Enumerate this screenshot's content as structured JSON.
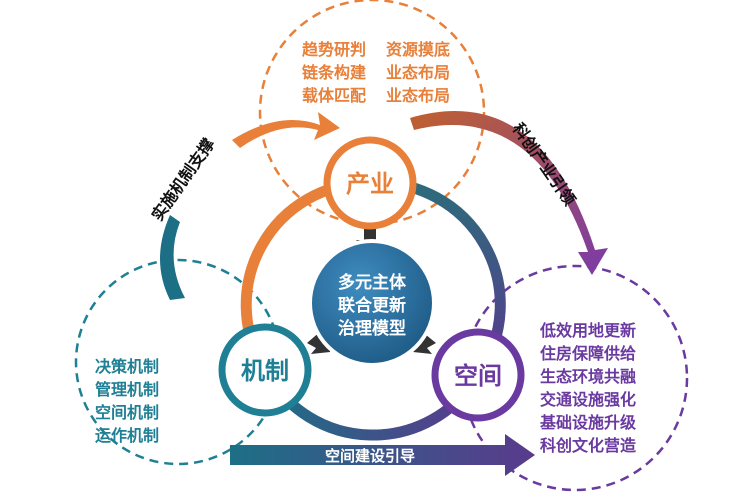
{
  "industry": {
    "label": "产业",
    "items": [
      "趋势研判",
      "链条构建",
      "载体匹配",
      "资源摸底",
      "业态布局",
      "业态布局"
    ]
  },
  "mechanism": {
    "label": "机制",
    "items": [
      "决策机制",
      "管理机制",
      "空间机制",
      "运作机制"
    ]
  },
  "space": {
    "label": "空间",
    "items": [
      "低效用地更新",
      "住房保障供给",
      "生态环境共融",
      "交通设施强化",
      "基础设施升级",
      "科创文化营造"
    ]
  },
  "center": {
    "lines": [
      "多元主体",
      "联合更新",
      "治理模型"
    ]
  },
  "arrows": {
    "left": "实施机制支撑",
    "right": "科创产业引领",
    "bottom": "空间建设引导"
  },
  "colors": {
    "orange": "#e8803a",
    "teal": "#1f7f94",
    "purple": "#6a3aa0",
    "center": "#2a6d96"
  }
}
